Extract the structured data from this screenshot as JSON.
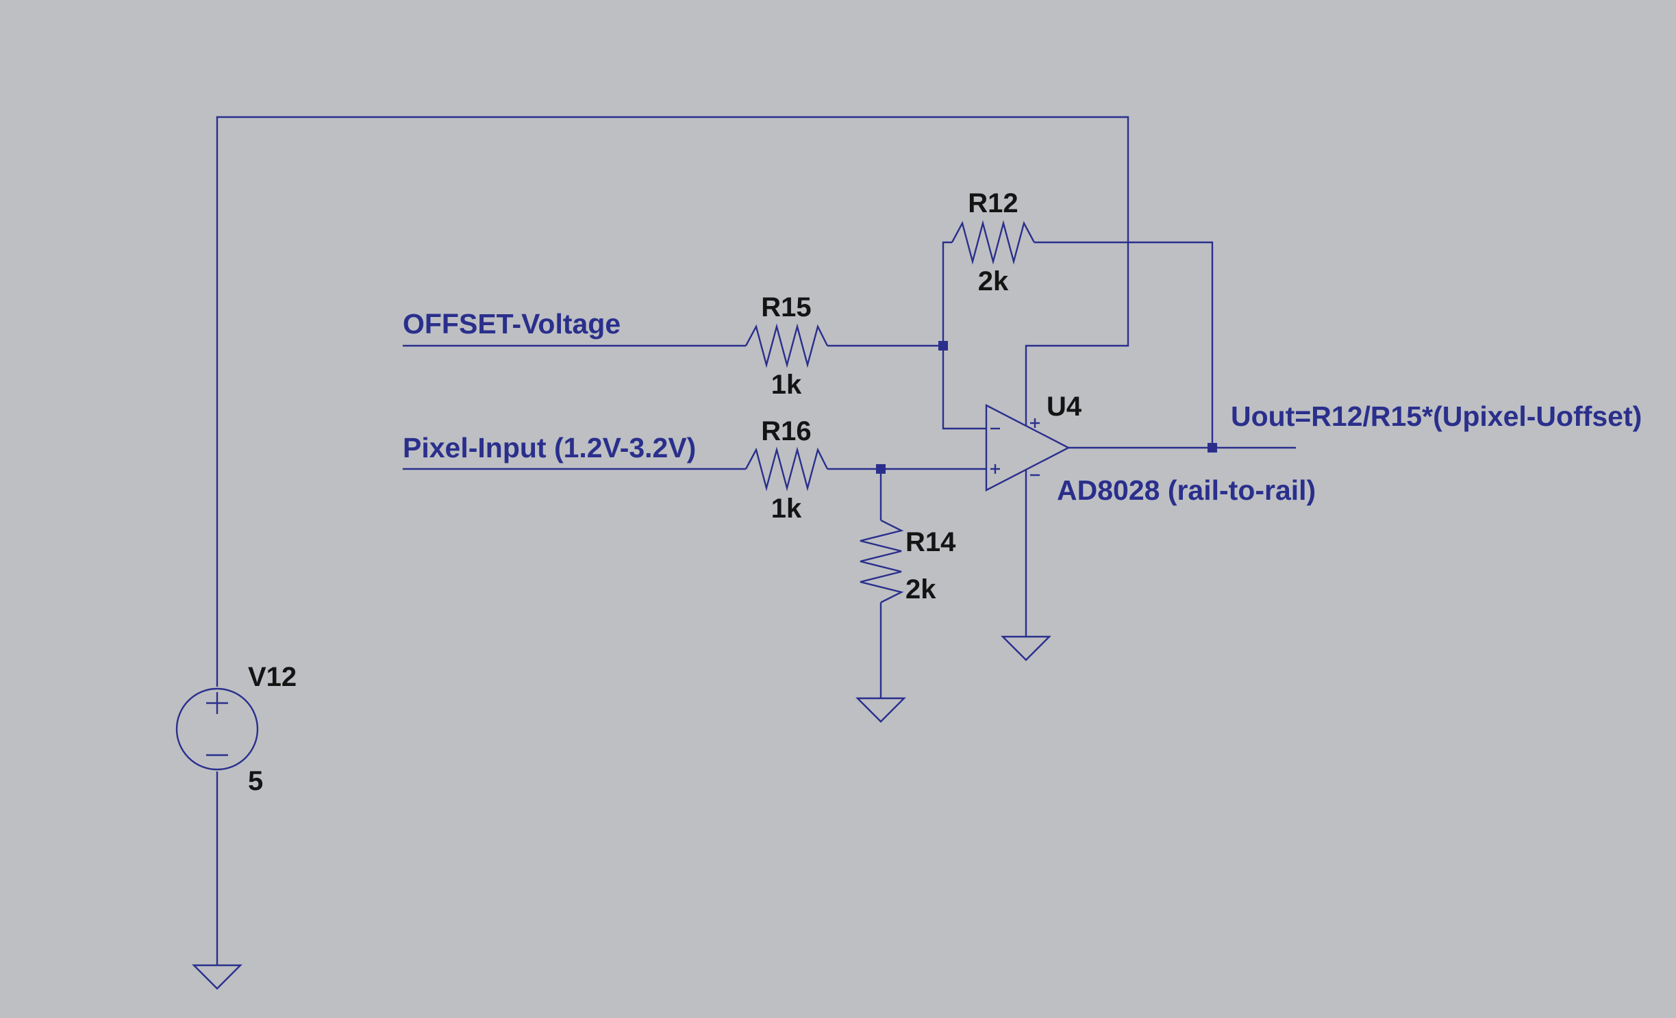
{
  "schematic": {
    "nets": {
      "offset": "OFFSET-Voltage",
      "pixel": "Pixel-Input (1.2V-3.2V)",
      "output": "Uout=R12/R15*(Upixel-Uoffset)"
    },
    "components": {
      "r12": {
        "ref": "R12",
        "value": "2k"
      },
      "r15": {
        "ref": "R15",
        "value": "1k"
      },
      "r16": {
        "ref": "R16",
        "value": "1k"
      },
      "r14": {
        "ref": "R14",
        "value": "2k"
      },
      "u4": {
        "ref": "U4",
        "model": "AD8028 (rail-to-rail)"
      },
      "v12": {
        "ref": "V12",
        "value": "5"
      }
    },
    "opamp_pins": {
      "inverting": "−",
      "noninverting": "+",
      "supply_pos": "+",
      "supply_neg": "−"
    },
    "colors": {
      "background": "#bdbfc3",
      "wire": "#2a2f8c",
      "ref_text": "#141414",
      "net_text": "#2a2f8c"
    }
  }
}
